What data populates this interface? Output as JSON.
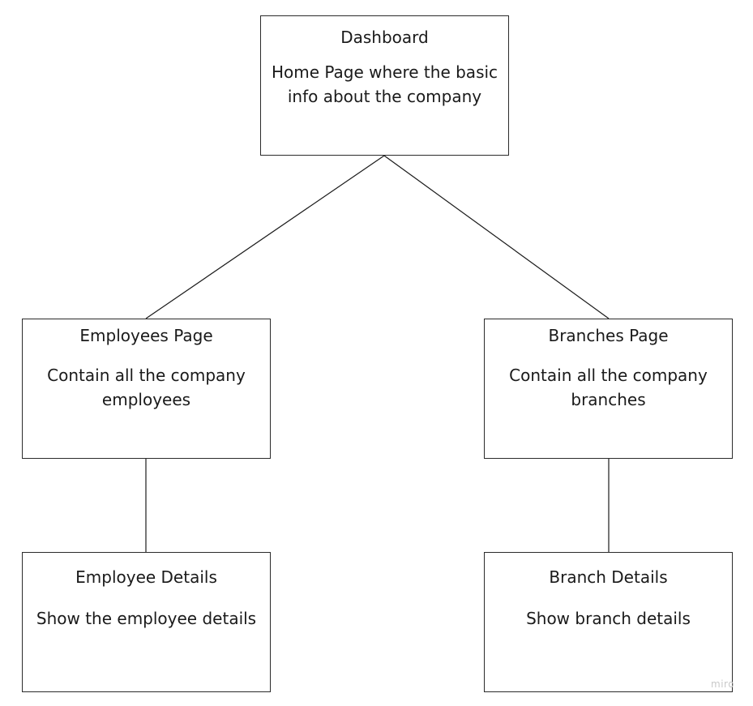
{
  "nodes": {
    "dashboard": {
      "title": "Dashboard",
      "description": "Home Page where the basic info about the company"
    },
    "employees_page": {
      "title": "Employees Page",
      "description": "Contain all the company employees"
    },
    "branches_page": {
      "title": "Branches Page",
      "description": "Contain all the company branches"
    },
    "employee_details": {
      "title": "Employee Details",
      "description": "Show the employee details"
    },
    "branch_details": {
      "title": "Branch Details",
      "description": "Show branch details"
    }
  },
  "edges": [
    {
      "from": "dashboard",
      "to": "employees_page"
    },
    {
      "from": "dashboard",
      "to": "branches_page"
    },
    {
      "from": "employees_page",
      "to": "employee_details"
    },
    {
      "from": "branches_page",
      "to": "branch_details"
    }
  ],
  "watermark": "miro",
  "colors": {
    "stroke": "#1a1a1a",
    "background": "#ffffff",
    "watermark": "#c9c9c9"
  }
}
